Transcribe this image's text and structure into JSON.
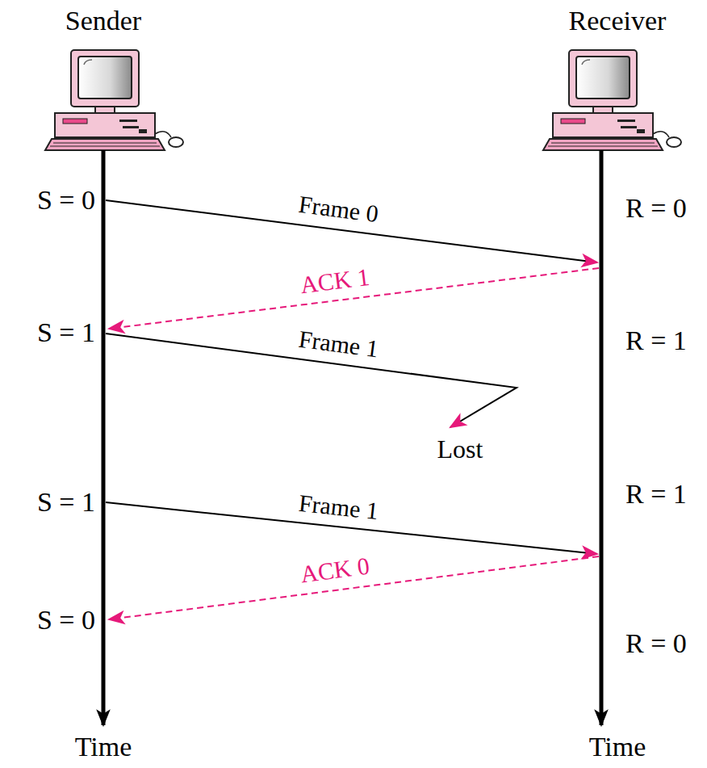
{
  "diagram": {
    "labels": [
      "Sender",
      "Receiver",
      "S = 0",
      "Frame 0",
      "R = 0",
      "ACK 1",
      "S = 1",
      "Frame 1",
      "R = 1",
      "Lost",
      "S = 1",
      "Frame 1",
      "R = 1",
      "ACK 0",
      "S = 0",
      "R = 0",
      "Time",
      "Time"
    ]
  }
}
